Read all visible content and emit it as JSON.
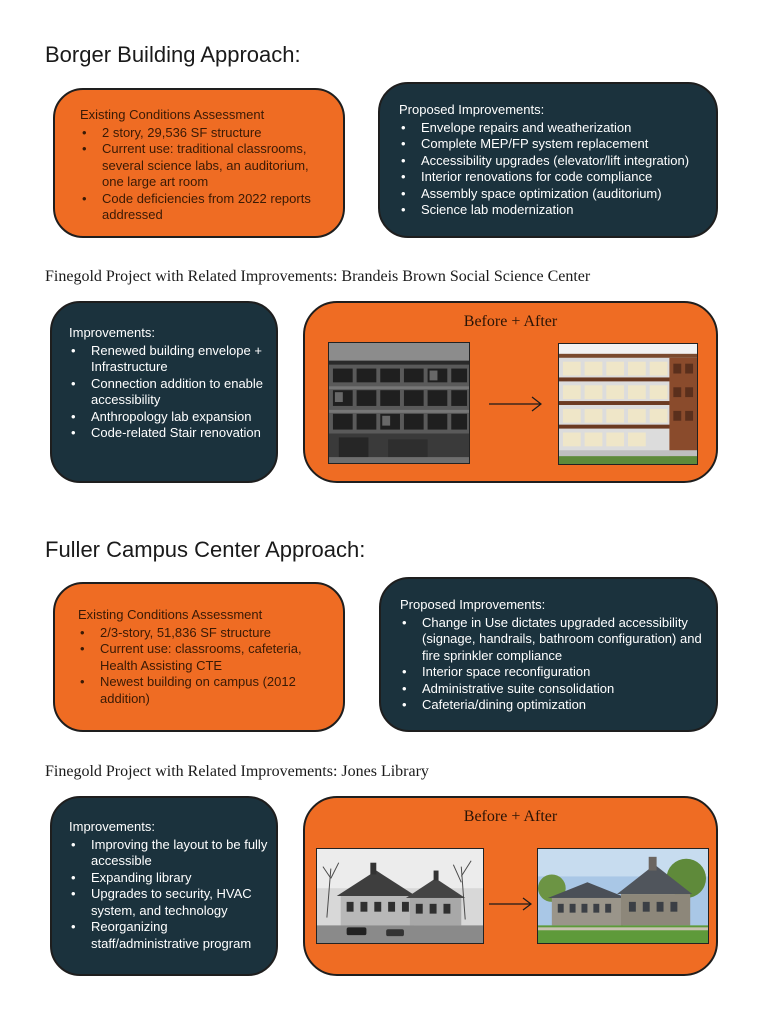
{
  "section1": {
    "heading": "Borger Building Approach:",
    "existing": {
      "title": "Existing Conditions Assessment",
      "items": [
        "2 story, 29,536 SF structure",
        "Current use: traditional classrooms, several science labs, an auditorium, one large art room",
        "Code deficiencies from 2022 reports addressed"
      ]
    },
    "proposed": {
      "title": "Proposed Improvements:",
      "items": [
        "Envelope repairs and weatherization",
        "Complete MEP/FP system replacement",
        "Accessibility upgrades (elevator/lift integration)",
        "Interior renovations for code compliance",
        "Assembly space optimization (auditorium)",
        "Science lab modernization"
      ]
    },
    "related_heading": "Finegold Project with Related Improvements: Brandeis Brown Social Science Center",
    "improvements": {
      "title": "Improvements:",
      "items": [
        "Renewed building envelope + Infrastructure",
        "Connection addition to enable accessibility",
        "Anthropology  lab expansion",
        "Code-related Stair renovation"
      ]
    },
    "before_after": {
      "title": "Before + After"
    }
  },
  "section2": {
    "heading": "Fuller Campus Center Approach:",
    "existing": {
      "title": "Existing Conditions Assessment",
      "items": [
        "2/3-story, 51,836 SF structure",
        "Current use: classrooms, cafeteria, Health Assisting CTE",
        "Newest building on campus (2012 addition)"
      ]
    },
    "proposed": {
      "title": "Proposed Improvements:",
      "items": [
        "Change in Use dictates upgraded accessibility (signage, handrails, bathroom configuration) and fire sprinkler compliance",
        "Interior space reconfiguration",
        "Administrative suite consolidation",
        "Cafeteria/dining optimization"
      ]
    },
    "related_heading": "Finegold Project with Related Improvements: Jones Library",
    "improvements": {
      "title": "Improvements:",
      "items": [
        "Improving the layout to be fully accessible",
        "Expanding library",
        "Upgrades to security, HVAC system, and technology",
        "Reorganizing staff/administrative program"
      ]
    },
    "before_after": {
      "title": "Before + After"
    }
  },
  "colors": {
    "orange": "#ef6c23",
    "dark_teal": "#1b323d",
    "border": "#1e1e1e"
  }
}
